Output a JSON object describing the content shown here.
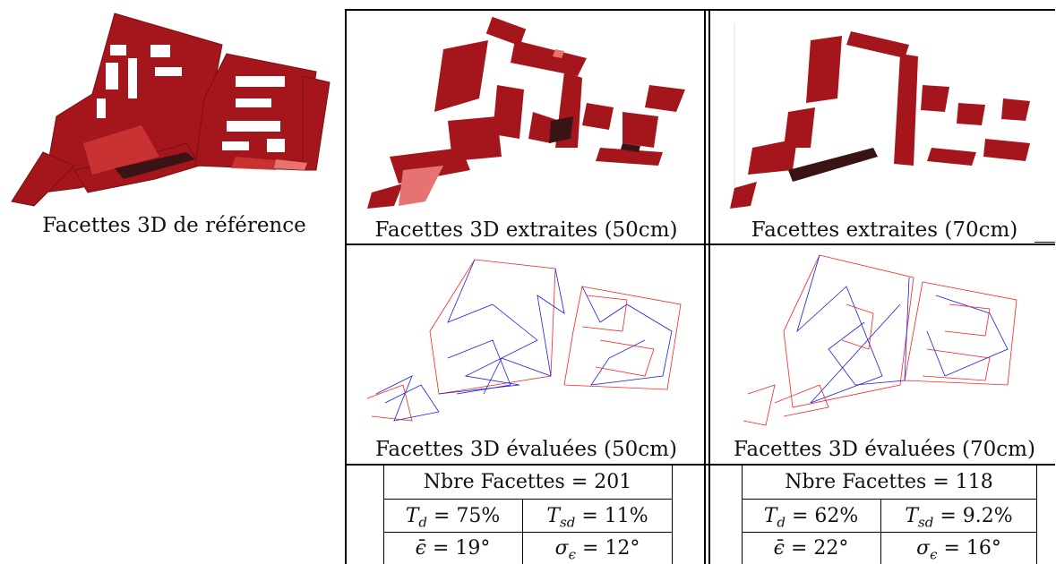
{
  "captions": {
    "reference": "Facettes 3D de référence",
    "extracted_50": "Facettes 3D extraites (50cm)",
    "extracted_70": "Facettes extraites (70cm)",
    "evaluated_50": "Facettes 3D évaluées (50cm)",
    "evaluated_70": "Facettes 3D évaluées (70cm)"
  },
  "stats_50": {
    "count_label": "Nbre Facettes = 201",
    "td_value": "= 75%",
    "tsd_value": "= 11%",
    "eps_mean_value": "= 19°",
    "eps_sd_value": "= 12°"
  },
  "stats_70": {
    "count_label": "Nbre Facettes = 118",
    "td_value": "= 62%",
    "tsd_value": "= 9.2%",
    "eps_mean_value": "= 22°",
    "eps_sd_value": "= 16°"
  },
  "symbols": {
    "td_main": "T",
    "td_sub": "d",
    "tsd_main": "T",
    "tsd_sub": "sd",
    "eps_mean": "ϵ̄",
    "eps_sd_main": "σ",
    "eps_sd_sub": "ϵ"
  },
  "colors": {
    "facet_red": "#a5161c",
    "facet_light": "#e77272",
    "facet_dark": "#3a1414",
    "wire_red": "#ff2020",
    "wire_blue": "#1c1ce0"
  }
}
